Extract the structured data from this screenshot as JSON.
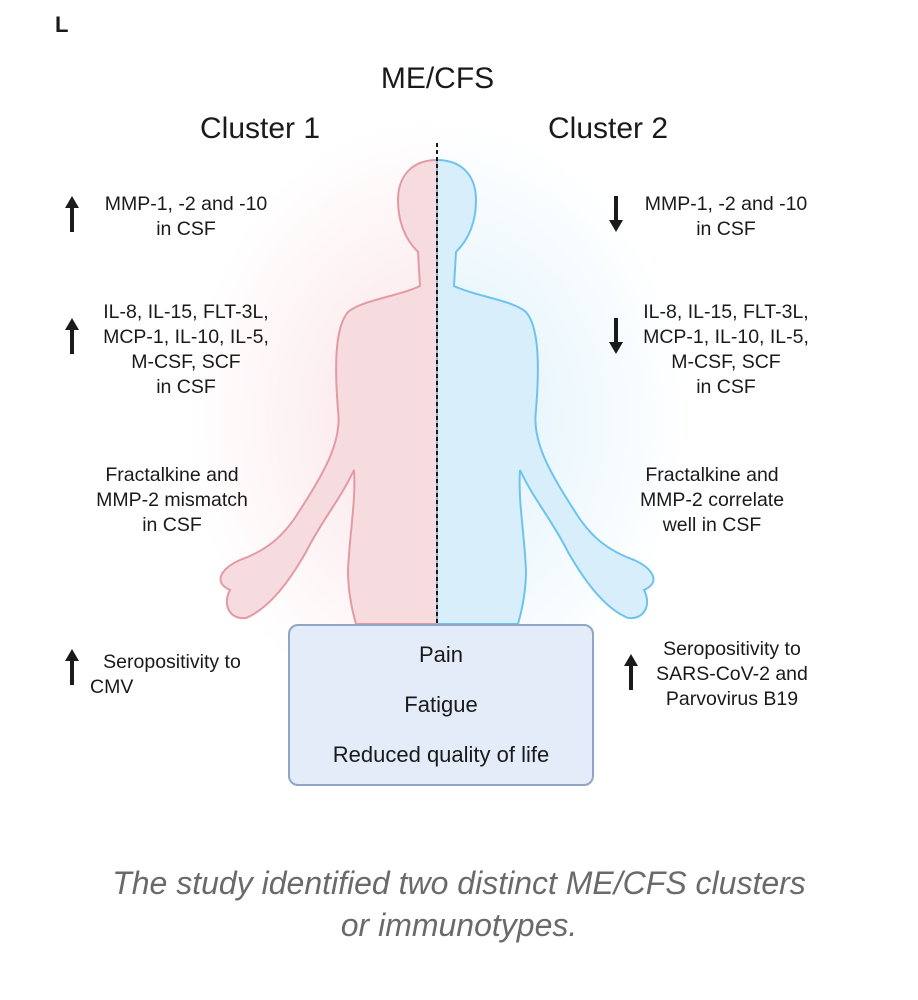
{
  "panel_letter": "L",
  "title": "ME/CFS",
  "clusters": [
    {
      "name": "Cluster 1",
      "findings": [
        {
          "direction": "up",
          "lines": [
            "MMP-1, -2 and -10",
            "in CSF"
          ]
        },
        {
          "direction": "up",
          "lines": [
            "IL-8, IL-15, FLT-3L,",
            "MCP-1, IL-10, IL-5,",
            "M-CSF, SCF",
            "in CSF"
          ]
        },
        {
          "direction": "none",
          "lines": [
            "Fractalkine and",
            "MMP-2 mismatch",
            "in CSF"
          ]
        },
        {
          "direction": "up",
          "lines": [
            "Seropositivity to",
            "CMV"
          ]
        }
      ]
    },
    {
      "name": "Cluster 2",
      "findings": [
        {
          "direction": "down",
          "lines": [
            "MMP-1, -2 and -10",
            "in CSF"
          ]
        },
        {
          "direction": "down",
          "lines": [
            "IL-8, IL-15, FLT-3L,",
            "MCP-1, IL-10, IL-5,",
            "M-CSF, SCF",
            "in CSF"
          ]
        },
        {
          "direction": "none",
          "lines": [
            "Fractalkine and",
            "MMP-2 correlate",
            "well in CSF"
          ]
        },
        {
          "direction": "up",
          "lines": [
            "Seropositivity to",
            "SARS-CoV-2 and",
            "Parvovirus B19"
          ]
        }
      ]
    }
  ],
  "shared_symptoms": [
    "Pain",
    "Fatigue",
    "Reduced quality of life"
  ],
  "caption_lines": [
    "The study identified two distinct ME/CFS clusters",
    "or immunotypes."
  ],
  "colors": {
    "cluster1_body": "#f6dcdf",
    "cluster1_outline": "#e39aa4",
    "cluster2_body": "#d8eefb",
    "cluster2_outline": "#6cc4ee",
    "box_fill": "#e3ecf8",
    "box_border": "#8fa6c6"
  },
  "icons": {
    "increase": "up-arrow-icon",
    "decrease": "down-arrow-icon"
  }
}
